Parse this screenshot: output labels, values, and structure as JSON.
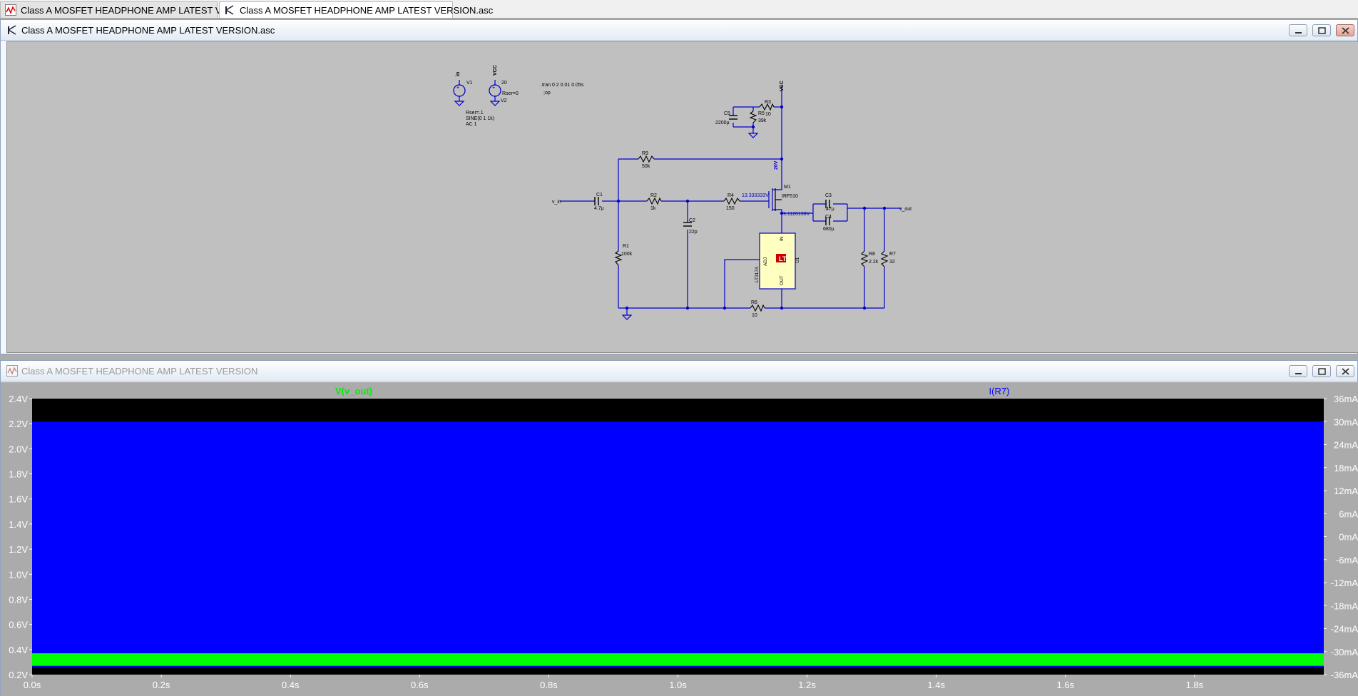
{
  "tabs": [
    {
      "label": "Class A MOSFET HEADPHONE AMP LATEST VERSION",
      "icon": "waveform-icon",
      "active": false
    },
    {
      "label": "Class A MOSFET HEADPHONE AMP LATEST VERSION.asc",
      "icon": "schematic-icon",
      "active": true
    }
  ],
  "schematic_window": {
    "title": "Class A MOSFET HEADPHONE AMP LATEST VERSION.asc",
    "directives": {
      "tran": ".tran 0 2 0.01 0.05s",
      "op": ";op"
    },
    "sources": {
      "v1": {
        "name": "V1",
        "node": "in",
        "params": [
          "Rser=.1",
          "SINE(0 1 1k)",
          "AC 1"
        ]
      },
      "v2": {
        "name": "V2",
        "node": "VCC",
        "value": "20",
        "rser": "Rser=0"
      }
    },
    "components": {
      "R9": {
        "name": "R9",
        "value": "50k"
      },
      "R3": {
        "name": "R3",
        "value": "10"
      },
      "R5": {
        "name": "R5",
        "value": "39k"
      },
      "C5": {
        "name": "C5",
        "value": "2200µ"
      },
      "C1": {
        "name": "C1",
        "value": "4.7µ"
      },
      "R2": {
        "name": "R2",
        "value": "1k"
      },
      "R4": {
        "name": "R4",
        "value": "150"
      },
      "C2": {
        "name": "C2",
        "value": "22p"
      },
      "R1": {
        "name": "R1",
        "value": "100k"
      },
      "M1": {
        "name": "M1",
        "value": "IRF510"
      },
      "C3": {
        "name": "C3",
        "value": ".47µ"
      },
      "C4": {
        "name": "C4",
        "value": "680µ"
      },
      "R8": {
        "name": "R8",
        "value": "2.2k"
      },
      "R7": {
        "name": "R7",
        "value": "32"
      },
      "R6": {
        "name": "R6",
        "value": "10"
      },
      "U1": {
        "name": "U1",
        "part": "LT317A",
        "pin_in": "IN",
        "pin_adj": "ADJ",
        "pin_out": "OUT"
      }
    },
    "net_labels": {
      "vcc": "VCC",
      "v_in": "v_in",
      "v_out": "v_out"
    },
    "op_annotations": {
      "drain": "20V",
      "gate": "13.333333V",
      "source": "9.1120138V"
    }
  },
  "waveform_window": {
    "title": "Class A MOSFET HEADPHONE AMP LATEST VERSION",
    "trace_labels": [
      {
        "name": "V(v_out)",
        "color": "#00ee00"
      },
      {
        "name": "I(R7)",
        "color": "#0000ff"
      }
    ]
  },
  "chart_data": {
    "type": "area",
    "series": [
      {
        "name": "V(v_out)",
        "axis": "left",
        "color": "#00ff00",
        "band": [
          0.27,
          0.37
        ]
      },
      {
        "name": "I(R7)",
        "axis": "right",
        "color": "#0000ff",
        "band": [
          -34,
          30
        ]
      }
    ],
    "x_ticks": [
      "0.0s",
      "0.2s",
      "0.4s",
      "0.6s",
      "0.8s",
      "1.0s",
      "1.2s",
      "1.4s",
      "1.6s",
      "1.8s"
    ],
    "y_left_ticks": [
      "2.4V",
      "2.2V",
      "2.0V",
      "1.8V",
      "1.6V",
      "1.4V",
      "1.2V",
      "1.0V",
      "0.8V",
      "0.6V",
      "0.4V",
      "0.2V"
    ],
    "y_right_ticks": [
      "36mA",
      "30mA",
      "24mA",
      "18mA",
      "12mA",
      "6mA",
      "0mA",
      "-6mA",
      "-12mA",
      "-18mA",
      "-24mA",
      "-30mA",
      "-36mA"
    ],
    "xlim": [
      0,
      2.0
    ],
    "ylim_left": [
      0.2,
      2.4
    ],
    "ylim_right": [
      -36,
      36
    ],
    "colors": {
      "plot_bg": "#000000",
      "axis_text": "#ffffff",
      "frame_bg": "#ababab"
    }
  }
}
